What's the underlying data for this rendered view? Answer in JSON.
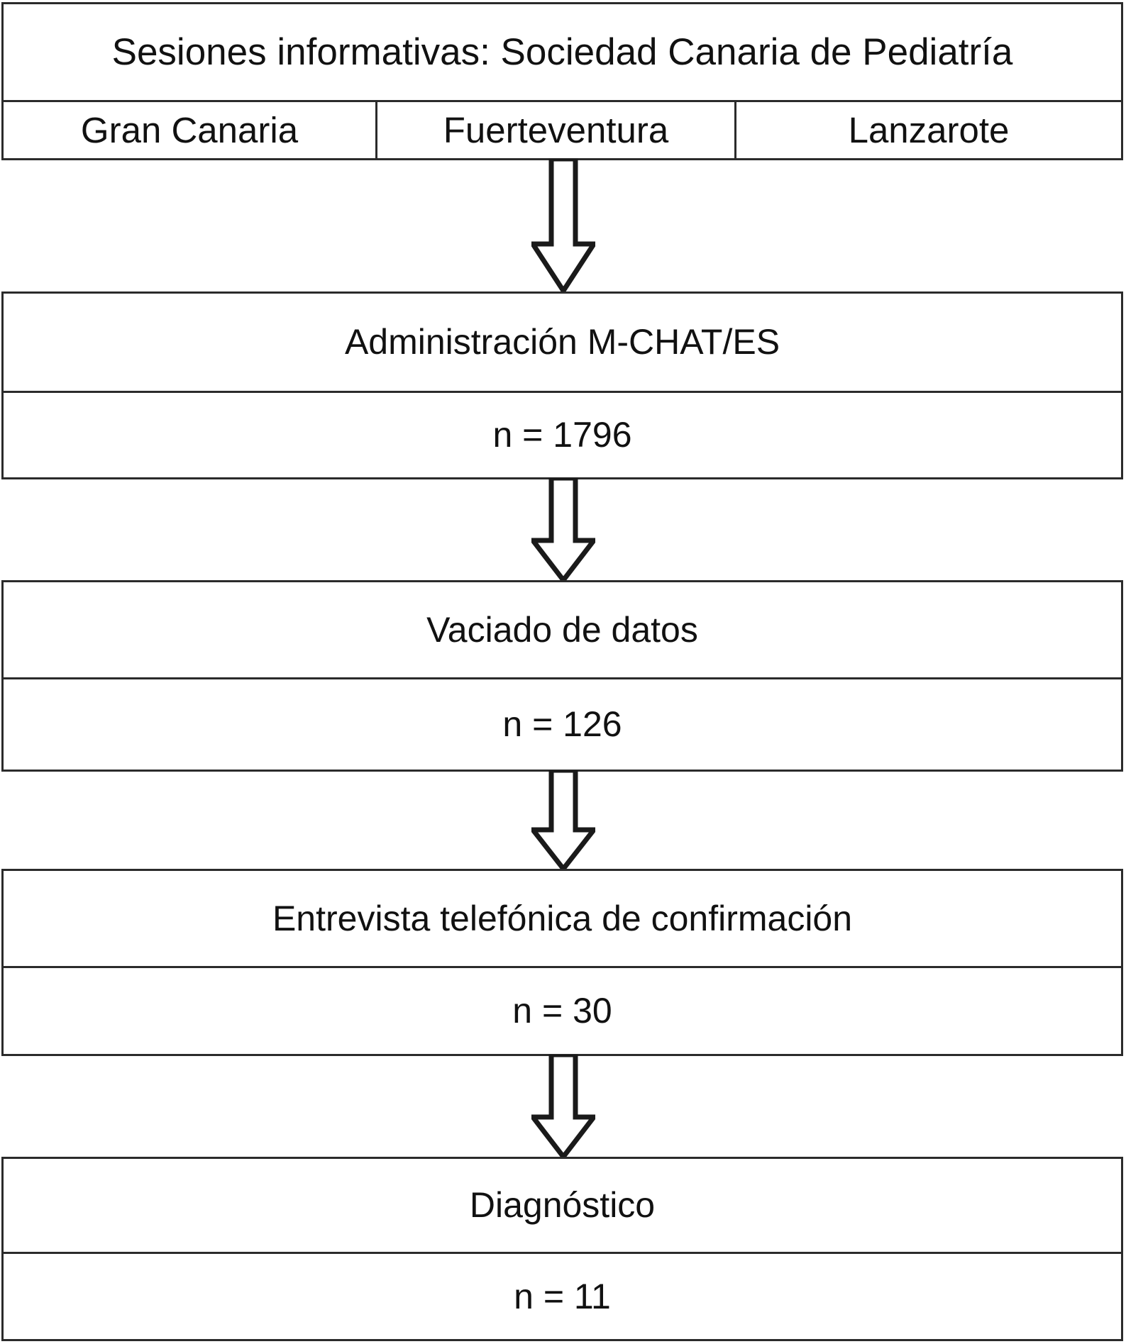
{
  "diagram": {
    "type": "flowchart",
    "orientation": "vertical",
    "language": "es",
    "colors": {
      "border": "#2b2b2b",
      "background": "#ffffff",
      "text": "#111111",
      "arrow_stroke": "#1a1a1a",
      "arrow_fill": "#ffffff"
    },
    "header": {
      "title": "Sesiones informativas: Sociedad Canaria de Pediatría",
      "sites": [
        {
          "label": "Gran Canaria"
        },
        {
          "label": "Fuerteventura"
        },
        {
          "label": "Lanzarote"
        }
      ]
    },
    "stages": [
      {
        "id": "administracion",
        "label": "Administración M-CHAT/ES",
        "count_label": "n = 1796",
        "n": 1796
      },
      {
        "id": "vaciado",
        "label": "Vaciado de datos",
        "count_label": "n = 126",
        "n": 126
      },
      {
        "id": "entrevista",
        "label": "Entrevista telefónica de confirmación",
        "count_label": "n = 30",
        "n": 30
      },
      {
        "id": "diagnostico",
        "label": "Diagnóstico",
        "count_label": "n = 11",
        "n": 11
      }
    ],
    "connectors": [
      {
        "from": "header",
        "to": "administracion",
        "icon": "down-block-arrow-icon"
      },
      {
        "from": "administracion",
        "to": "vaciado",
        "icon": "down-block-arrow-icon"
      },
      {
        "from": "vaciado",
        "to": "entrevista",
        "icon": "down-block-arrow-icon"
      },
      {
        "from": "entrevista",
        "to": "diagnostico",
        "icon": "down-block-arrow-icon"
      }
    ]
  }
}
